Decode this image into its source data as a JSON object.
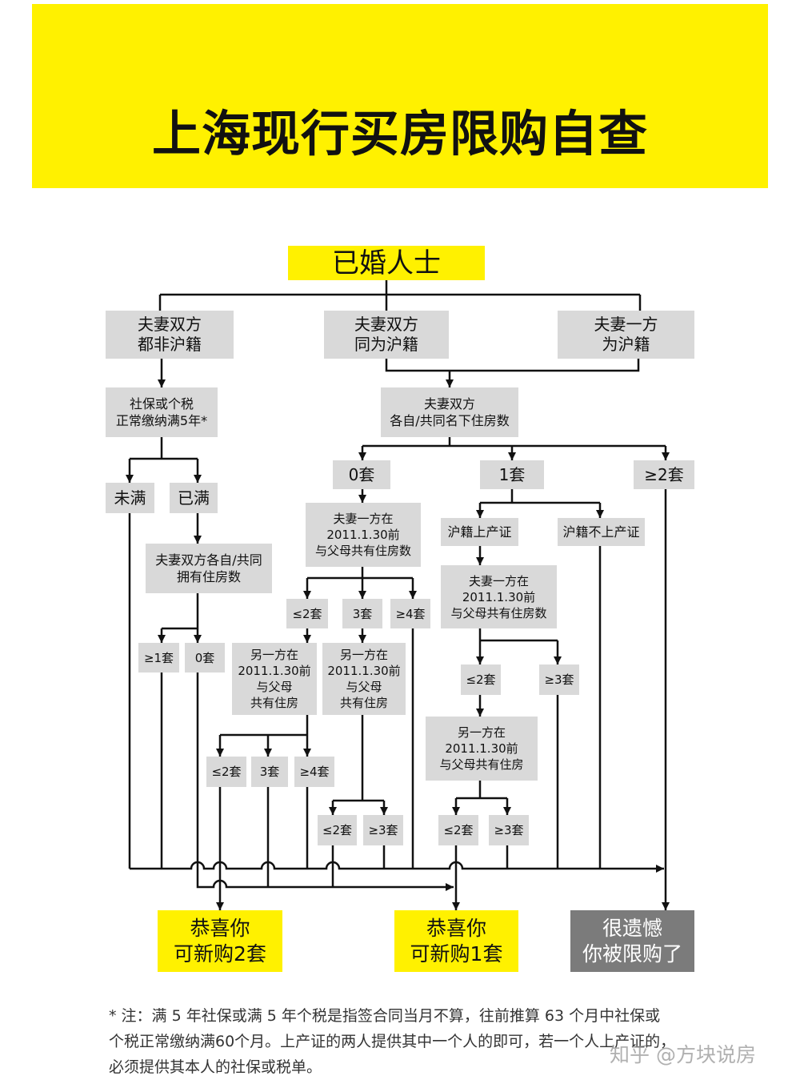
{
  "title": "上海现行买房限购自查",
  "colors": {
    "yellow": "#fff100",
    "gray_box": "#d9d9d9",
    "dark_box": "#7b7b7b"
  },
  "nodes": {
    "root": "已婚人士",
    "both_nonlocal": "夫妻双方\n都非沪籍",
    "both_local": "夫妻双方\n同为沪籍",
    "one_local": "夫妻一方\n为沪籍",
    "social_security": "社保或个税\n正常缴纳满5年*",
    "registered_homes": "夫妻双方\n各自/共同名下住房数",
    "ss_not_met": "未满",
    "ss_met": "已满",
    "homes_zero": "0套",
    "homes_one": "1套",
    "homes_two_plus": "≥2套",
    "nonlocal_homes": "夫妻双方各自/共同\n拥有住房数",
    "nonlocal_one_plus": "≥1套",
    "nonlocal_zero": "0套",
    "zero_parent_homes": "夫妻一方在\n2011.1.30前\n与父母共有住房数",
    "zero_parent_le2": "≤2套",
    "zero_parent_3": "3套",
    "zero_parent_ge4": "≥4套",
    "zero_le2_other": "另一方在\n2011.1.30前\n与父母\n共有住房",
    "zero_3_other": "另一方在\n2011.1.30前\n与父母\n共有住房",
    "zero_le2_other_le2": "≤2套",
    "zero_le2_other_3": "3套",
    "zero_le2_other_ge4": "≥4套",
    "zero_3_other_le2": "≤2套",
    "zero_3_other_ge3": "≥3套",
    "one_local_on_deed": "沪籍上产证",
    "one_local_not_on_deed": "沪籍不上产证",
    "one_parent_homes": "夫妻一方在\n2011.1.30前\n与父母共有住房数",
    "one_parent_le2": "≤2套",
    "one_parent_ge3": "≥3套",
    "one_le2_other": "另一方在\n2011.1.30前\n与父母共有住房",
    "one_le2_other_le2": "≤2套",
    "one_le2_other_ge3": "≥3套"
  },
  "results": {
    "can_buy_two": "恭喜你\n可新购2套",
    "can_buy_one": "恭喜你\n可新购1套",
    "restricted": "很遗憾\n你被限购了"
  },
  "footnote": [
    "* 注：满 5 年社保或满 5 年个税是指签合同当月不算，往前推算 63 个月中社保或",
    "个税正常缴纳满60个月。上产证的两人提供其中一个人的即可，若一个人上产证的，",
    "必须提供其本人的社保或税单。"
  ],
  "watermark": "知乎 @方块说房"
}
